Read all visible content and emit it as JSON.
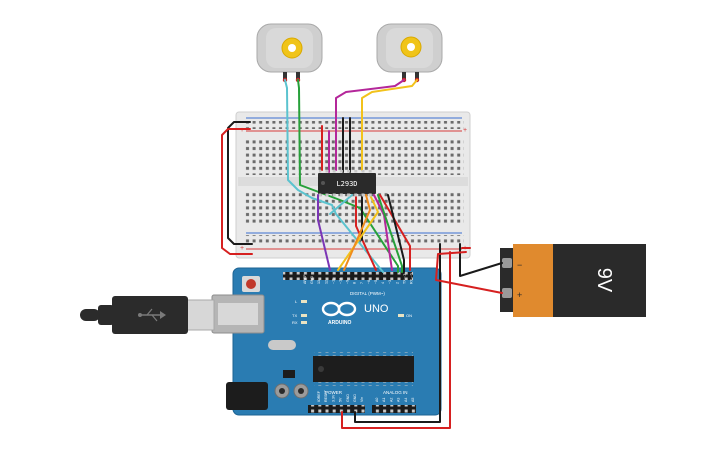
{
  "components": {
    "motor_left": {
      "kind": "dc-motor"
    },
    "motor_right": {
      "kind": "dc-motor"
    },
    "chip": {
      "label": "L293D"
    },
    "battery": {
      "voltage_label": "9V",
      "minus_label": "−",
      "plus_label": "+"
    },
    "arduino": {
      "brand_label": "ARDUINO",
      "model_label": "UNO",
      "digital_label": "DIGITAL (PWM~)",
      "power_label": "POWER",
      "analog_label": "ANALOG IN",
      "aref_label": "AREF",
      "gnd_label": "GND",
      "led_labels": [
        "L",
        "TX",
        "RX",
        "ON"
      ],
      "digital_pins": [
        "13",
        "12",
        "~11",
        "~10",
        "~9",
        "8",
        "7",
        "~6",
        "~5",
        "4",
        "~3",
        "2",
        "TX→1",
        "RX←0"
      ],
      "power_pins": [
        "IOREF",
        "RESET",
        "3.3V",
        "5V",
        "GND",
        "GND",
        "Vin"
      ],
      "analog_pins": [
        "A0",
        "A1",
        "A2",
        "A3",
        "A4",
        "A5"
      ]
    }
  },
  "colors": {
    "board_blue": "#2a7cb2",
    "battery_orange": "#e08a2e",
    "battery_black": "#2a2a2a",
    "wire_red": "#d62020",
    "wire_black": "#1a1a1a",
    "wire_green": "#27a03a",
    "wire_cyan": "#5bc3cf",
    "wire_magenta": "#b4279a",
    "wire_yellow": "#f2c21b",
    "wire_orange": "#f08c1c",
    "wire_purple": "#7b35b5"
  }
}
